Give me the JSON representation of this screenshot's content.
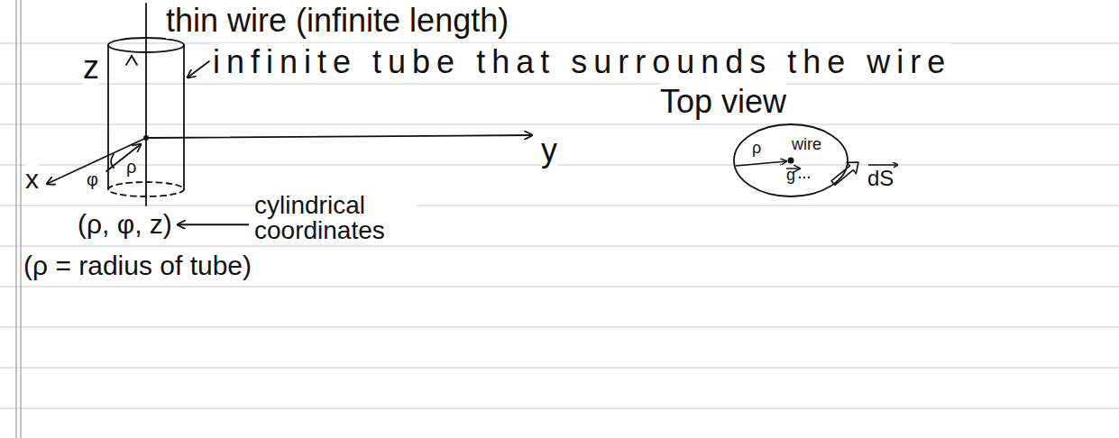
{
  "diagram": {
    "nodes": [
      {
        "text": [
          "ρ",
          "wire",
          "g"
        ]
      }
    ],
    "labels": [
      "thin wire (infinite length)",
      "z",
      "infinite tube that surrounds the wire",
      "y",
      "Top view",
      "ρ",
      "φ",
      "x",
      "(ρ, φ, z)",
      "cylindrical coordinates",
      "(ρ = radius of tube)",
      "dS"
    ]
  }
}
